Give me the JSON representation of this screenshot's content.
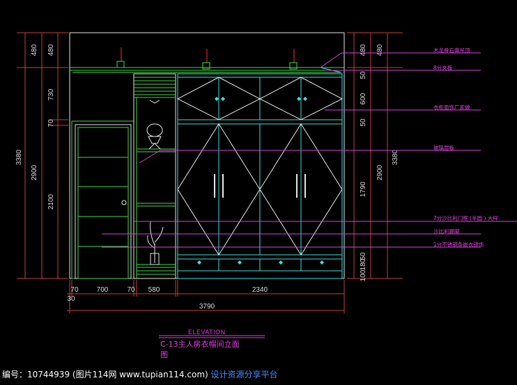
{
  "drawing": {
    "elevation_label": "ELEVATION",
    "title_line1": "C-13主人房衣帽间立面",
    "title_line2": "图",
    "left_dims_outer": [
      "480",
      "3380"
    ],
    "left_dims_inner": [
      "480",
      "730",
      "70",
      "2900",
      "2100"
    ],
    "right_dims_inner": [
      "480",
      "50",
      "600",
      "50",
      "1790",
      "50",
      "180",
      "100"
    ],
    "right_dims_outer": [
      "480",
      "2900",
      "3380"
    ],
    "bottom_dims": [
      "70",
      "700",
      "70",
      "580",
      "2340",
      "30"
    ],
    "total_width": "3790",
    "annotations": [
      "木龙骨石膏吊顶",
      "8分夹板",
      "衣柜面饰厂家做",
      "玻璃层板",
      "7分沙比利门框 (半圆 ) 大样",
      "沙比利踢脚",
      "1分不锈钢条嵌衣镜饰"
    ]
  },
  "footer": {
    "text": "编号：10744939 (图片114网 www.tupian114.com)",
    "link_text": "设计资源分享平台"
  },
  "colors": {
    "background": "#000000",
    "annotation": "#e040e0",
    "cabinet": "#40e0e0",
    "frame": "#40e040",
    "outline": "#e8e8e8",
    "lamp": "#ff3030"
  }
}
